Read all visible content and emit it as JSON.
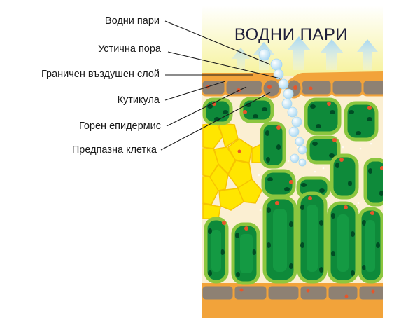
{
  "title": "ВОДНИ ПАРИ",
  "labels": [
    {
      "id": "water-vapor",
      "text": "Водни пари"
    },
    {
      "id": "stomatal-pore",
      "text": "Устична пора"
    },
    {
      "id": "boundary-layer",
      "text": "Граничен въздушен слой"
    },
    {
      "id": "cuticle",
      "text": "Кутикула"
    },
    {
      "id": "upper-epidermis",
      "text": "Горен епидермис"
    },
    {
      "id": "guard-cell",
      "text": "Предпазна клетка"
    }
  ],
  "colors": {
    "sky_top": "#ffffff",
    "sky_bottom": "#f6f29a",
    "cuticle": "#f2a33a",
    "epidermis": "#8e8173",
    "cell_wall": "#8cc63f",
    "cell_inner": "#0e8a3a",
    "chloroplast": "#004d24",
    "nucleus": "#e8552a",
    "air_space": "#fbefd2",
    "yellow_cells": "#ffe600",
    "vapor_bubble": "#cfe9f7",
    "arrow": "#bfe3f5"
  }
}
